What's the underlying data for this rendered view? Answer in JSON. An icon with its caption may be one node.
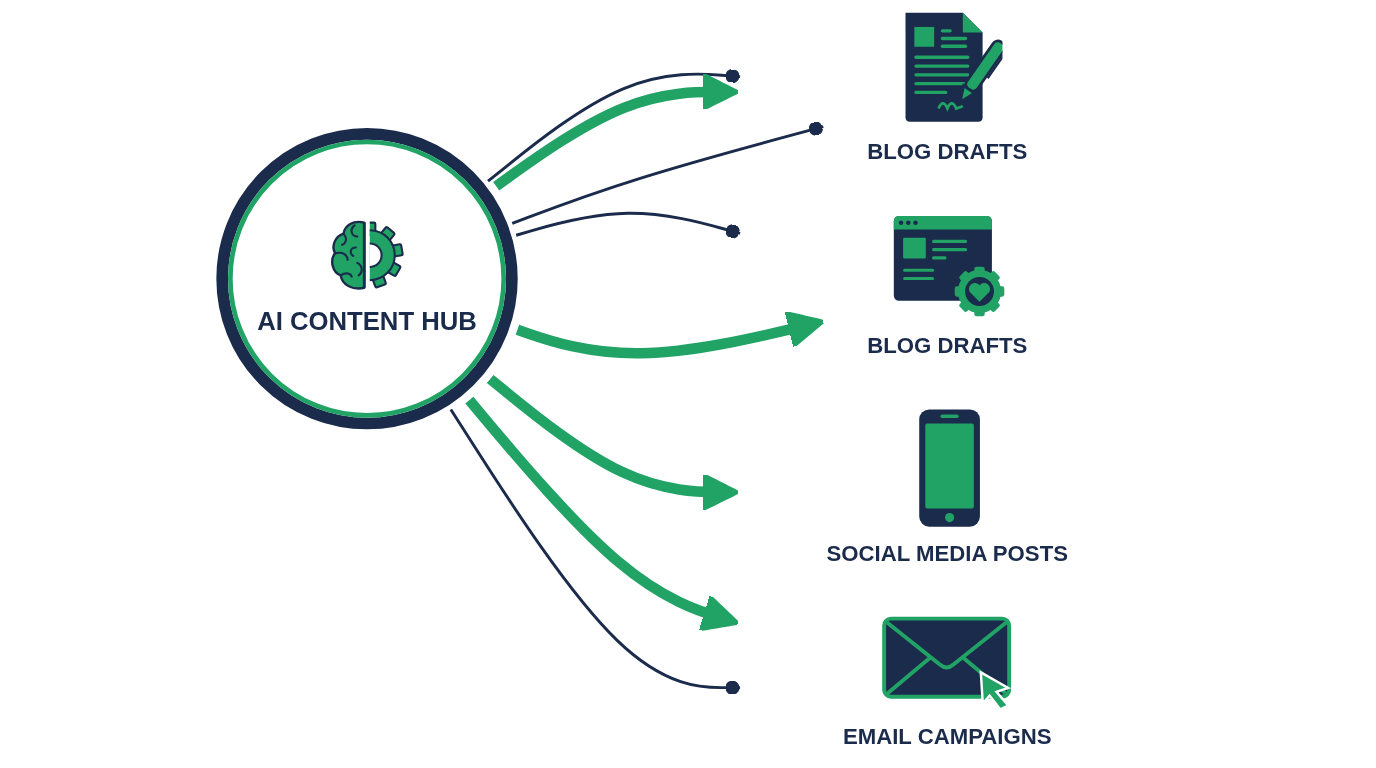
{
  "diagram": {
    "nodes": [
      {
        "text": [
          "AI CONTENT HUB"
        ]
      },
      {
        "text": [
          "BLOG DRAFTS"
        ]
      },
      {
        "text": [
          "BLOG DRAFTS"
        ]
      },
      {
        "text": [
          "SOCIAL MEDIA POSTS"
        ]
      },
      {
        "text": [
          "EMAIL CAMPAIGNS"
        ]
      }
    ],
    "edges": [
      {
        "from": 0,
        "to": 1,
        "arrow": "other",
        "color": "#1b2b4b"
      },
      {
        "from": 0,
        "to": 1,
        "arrow": "to",
        "style": "thick",
        "color": "#21a366"
      },
      {
        "from": 0,
        "to": 1,
        "arrow": "other",
        "color": "#1b2b4b"
      },
      {
        "from": 0,
        "to": 2,
        "arrow": "other",
        "color": "#1b2b4b"
      },
      {
        "from": 0,
        "to": 2,
        "arrow": "to",
        "style": "thick",
        "color": "#21a366"
      },
      {
        "from": 0,
        "to": 3,
        "arrow": "to",
        "style": "thick",
        "color": "#21a366"
      },
      {
        "from": 0,
        "to": 4,
        "arrow": "to",
        "style": "thick",
        "color": "#21a366"
      },
      {
        "from": 0,
        "to": 4,
        "arrow": "other",
        "color": "#1b2b4b"
      }
    ]
  }
}
